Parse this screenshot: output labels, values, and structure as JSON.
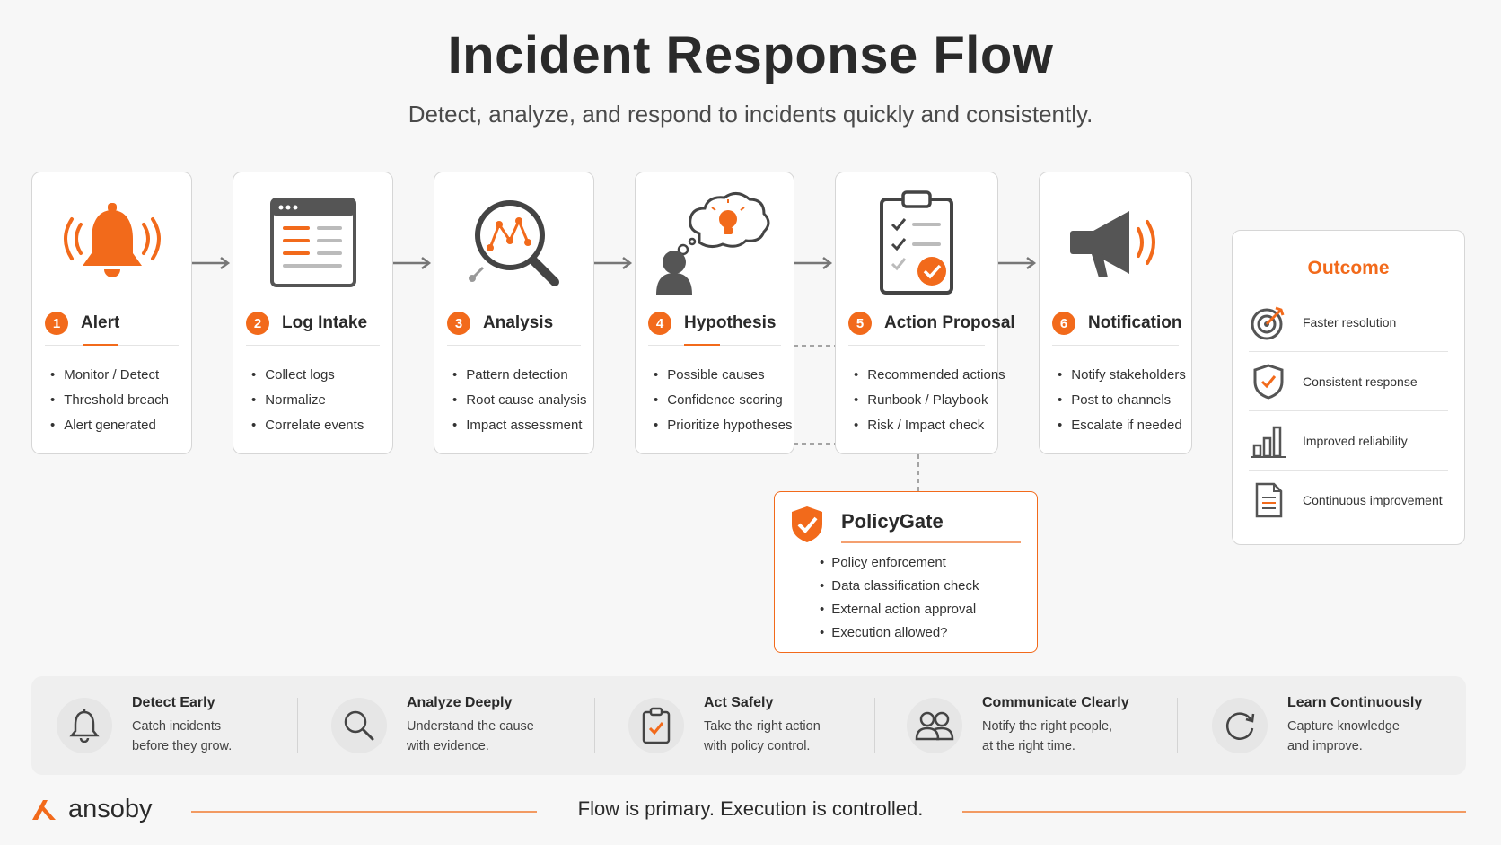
{
  "header": {
    "title": "Incident Response Flow",
    "subtitle": "Detect, analyze, and respond to incidents quickly and consistently."
  },
  "colors": {
    "accent": "#f26a1b",
    "icon_dark": "#555555",
    "text": "#2a2a2a"
  },
  "steps": [
    {
      "number": "1",
      "name": "Alert",
      "icon": "alarm-bell-icon",
      "items": [
        "Monitor / Detect",
        "Threshold breach",
        "Alert generated"
      ]
    },
    {
      "number": "2",
      "name": "Log Intake",
      "icon": "log-window-icon",
      "items": [
        "Collect logs",
        "Normalize",
        "Correlate events"
      ]
    },
    {
      "number": "3",
      "name": "Analysis",
      "icon": "magnifier-chart-icon",
      "items": [
        "Pattern detection",
        "Root cause analysis",
        "Impact assessment"
      ]
    },
    {
      "number": "4",
      "name": "Hypothesis",
      "icon": "thinking-person-icon",
      "items": [
        "Possible causes",
        "Confidence scoring",
        "Prioritize hypotheses"
      ]
    },
    {
      "number": "5",
      "name": "Action Proposal",
      "icon": "clipboard-checklist-icon",
      "items": [
        "Recommended actions",
        "Runbook / Playbook",
        "Risk / Impact check"
      ]
    },
    {
      "number": "6",
      "name": "Notification",
      "icon": "megaphone-icon",
      "items": [
        "Notify stakeholders",
        "Post to channels",
        "Escalate if needed"
      ]
    }
  ],
  "outcome": {
    "title": "Outcome",
    "items": [
      {
        "icon": "target-icon",
        "label": "Faster resolution"
      },
      {
        "icon": "shield-check-icon",
        "label": "Consistent response"
      },
      {
        "icon": "bar-chart-icon",
        "label": "Improved reliability"
      },
      {
        "icon": "document-icon",
        "label": "Continuous improvement"
      }
    ]
  },
  "policy_gate": {
    "title": "PolicyGate",
    "icon": "shield-check-icon",
    "items": [
      "Policy enforcement",
      "Data classification check",
      "External action approval",
      "Execution allowed?"
    ]
  },
  "pillars": [
    {
      "icon": "bell-icon",
      "title": "Detect Early",
      "line1": "Catch incidents",
      "line2": "before they grow."
    },
    {
      "icon": "search-icon",
      "title": "Analyze Deeply",
      "line1": "Understand the cause",
      "line2": "with evidence."
    },
    {
      "icon": "clipboard-check-icon",
      "title": "Act Safely",
      "line1": "Take the right action",
      "line2": "with policy control."
    },
    {
      "icon": "people-icon",
      "title": "Communicate Clearly",
      "line1": "Notify the right people,",
      "line2": "at the right time."
    },
    {
      "icon": "refresh-icon",
      "title": "Learn Continuously",
      "line1": "Capture knowledge",
      "line2": "and improve."
    }
  ],
  "footer": {
    "brand": "ansoby",
    "tagline": "Flow is primary. Execution is controlled."
  }
}
